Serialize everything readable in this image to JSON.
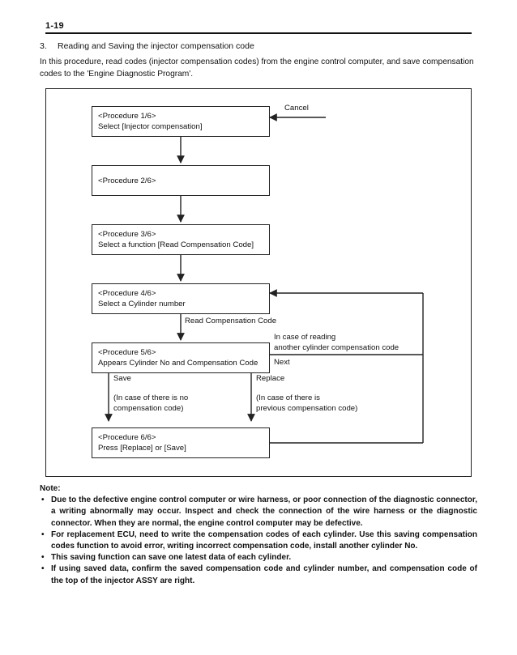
{
  "header": {
    "page_number": "1-19"
  },
  "section": {
    "number": "3.",
    "heading": "Reading and Saving the injector compensation code",
    "intro": "In this procedure, read codes (injector compensation codes) from the engine control computer, and save compensation codes to the 'Engine Diagnostic Program'."
  },
  "flowchart": {
    "type": "flowchart",
    "nodes": [
      {
        "id": "proc1",
        "title": "<Procedure 1/6>",
        "body": "Select [Injector compensation]"
      },
      {
        "id": "proc2",
        "title": "<Procedure 2/6>",
        "body": ""
      },
      {
        "id": "proc3",
        "title": "<Procedure 3/6>",
        "body": "Select a function [Read Compensation Code]"
      },
      {
        "id": "proc4",
        "title": "<Procedure 4/6>",
        "body": "Select a Cylinder number"
      },
      {
        "id": "proc5",
        "title": "<Procedure 5/6>",
        "body": "Appears Cylinder No and Compensation Code"
      },
      {
        "id": "proc6",
        "title": "<Procedure 6/6>",
        "body": "Press [Replace] or [Save]"
      }
    ],
    "edge_labels": {
      "cancel": "Cancel",
      "read_compensation_code": "Read Compensation Code",
      "in_case_reading_line1": "In case of reading",
      "in_case_reading_line2": "another cylinder compensation code",
      "next": "Next",
      "save": "Save",
      "save_note_line1": "(In case of there is no",
      "save_note_line2": "compensation code)",
      "replace": "Replace",
      "replace_note_line1": "(In case of there is",
      "replace_note_line2": "previous compensation code)"
    }
  },
  "note": {
    "title": "Note:",
    "bullet": "•",
    "items": [
      "Due to the defective engine control computer or wire harness, or poor connection of the diagnostic connector, a writing abnormally may occur. Inspect and check the connection of the wire harness or the diagnostic connector. When they are normal, the engine control computer may be defective.",
      "For replacement ECU, need to write the compensation codes of each cylinder. Use this saving compensation codes function to avoid error, writing incorrect compensation code, install another cylinder No.",
      "This saving function can save one latest data of each cylinder.",
      "If using saved data, confirm the saved compensation code and cylinder number, and compensation code of the top of the injector ASSY are right."
    ]
  },
  "colors": {
    "ink": "#111111",
    "line": "#222222",
    "paper": "#ffffff"
  }
}
